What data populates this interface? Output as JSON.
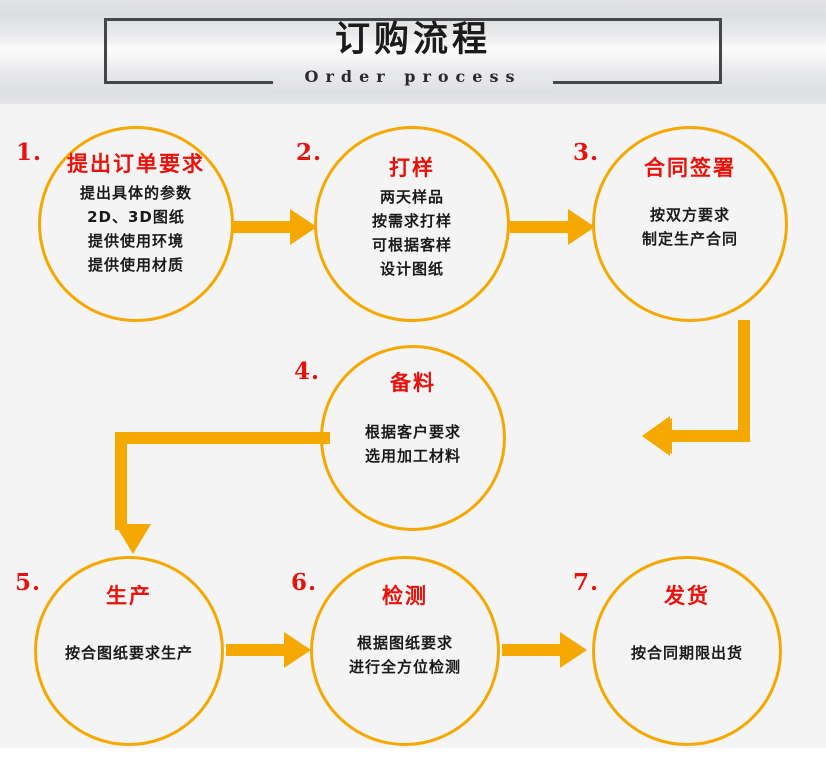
{
  "header": {
    "title": "订购流程",
    "subtitle": "Order process"
  },
  "colors": {
    "accent_orange": "#F4A800",
    "title_red": "#E8120C",
    "body_black": "#1a1a1a",
    "frame_dark": "#45464a",
    "background": "#f4f4f4"
  },
  "steps": [
    {
      "number": "1.",
      "title": "提出订单要求",
      "lines": [
        "提出具体的参数",
        "2D、3D图纸",
        "提供使用环境",
        "提供使用材质"
      ]
    },
    {
      "number": "2.",
      "title": "打样",
      "lines": [
        "两天样品",
        "按需求打样",
        "可根据客样",
        "设计图纸"
      ]
    },
    {
      "number": "3.",
      "title": "合同签署",
      "lines": [
        "按双方要求",
        "制定生产合同"
      ]
    },
    {
      "number": "4.",
      "title": "备料",
      "lines": [
        "根据客户要求",
        "选用加工材料"
      ]
    },
    {
      "number": "5.",
      "title": "生产",
      "lines": [
        "按合图纸要求生产"
      ]
    },
    {
      "number": "6.",
      "title": "检测",
      "lines": [
        "根据图纸要求",
        "进行全方位检测"
      ]
    },
    {
      "number": "7.",
      "title": "发货",
      "lines": [
        "按合同期限出货"
      ]
    }
  ],
  "arrows": [
    {
      "name": "arrow-step1-to-step2",
      "direction": "right"
    },
    {
      "name": "arrow-step2-to-step3",
      "direction": "right"
    },
    {
      "name": "arrow-step3-to-step4",
      "direction": "down-then-left"
    },
    {
      "name": "arrow-step4-to-step5",
      "direction": "left-then-down"
    },
    {
      "name": "arrow-step5-to-step6",
      "direction": "right"
    },
    {
      "name": "arrow-step6-to-step7",
      "direction": "right"
    }
  ]
}
